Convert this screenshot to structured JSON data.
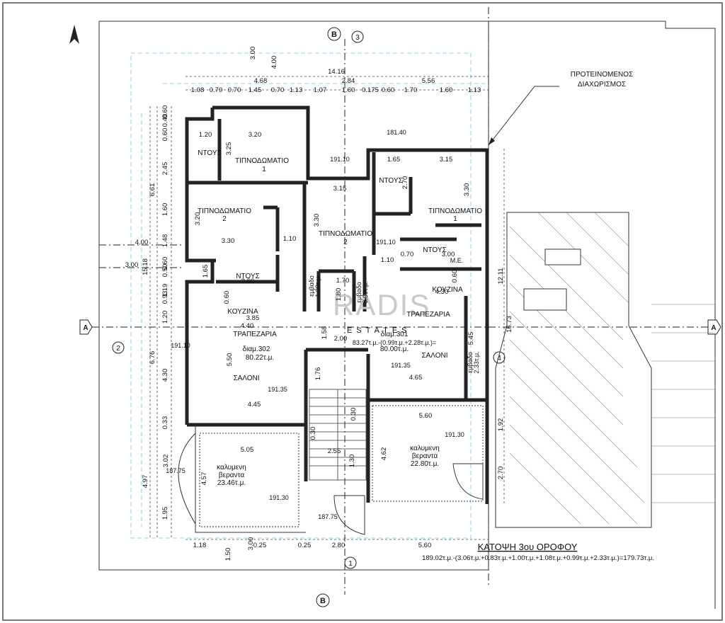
{
  "title": "ΚΑΤΟΨΗ 3ου ΟΡΟΦΟΥ",
  "area_formula": "189.02τ.μ.-(3.06τ.μ.+0.83τ.μ.+1.00τ.μ.+1.08τ.μ.+0.99τ.μ.+2.33τ.μ.)=179.73τ.μ.",
  "proposed_division": [
    "ΠΡΟΤΕΙΝΟΜΕΝΟΣ",
    "ΔΙΑΧΩΡΙΣΜΟΣ"
  ],
  "watermark": [
    "RADIS",
    "ESTATES"
  ],
  "axes": {
    "top_b": "B",
    "bottom_b": "B",
    "a_left": "A",
    "a_right": "A",
    "n1": "1",
    "n2": "2",
    "n3": "3",
    "n4": "4"
  },
  "rooms": {
    "bed1_left": "ΤΙΠΝΟΔΩΜΑΤΙΟ",
    "bed1_left_num": "1",
    "bed2_left": "ΤΙΠΝΟΔΩΜΑΤΙΟ",
    "bed2_left_num": "2",
    "bed2_mid": "ΤΙΠΝΟΔΩΜΑΤΙΟ",
    "bed2_mid_num": "2",
    "bed1_right": "ΤΙΠΝΟΔΩΜΑΤΙΟ",
    "bed1_right_num": "1",
    "wc_left_top": "ΝΤΟΥΣ",
    "wc_left_mid": "ΝΤΟΥΣ",
    "wc_right_top": "ΝΤΟΥΣ",
    "wc_right_mid": "ΝΤΟΥΣ",
    "kitchen_left": "ΚΟΥΖΙΝΑ",
    "kitchen_right": "ΚΟΥΖΙΝΑ",
    "dining_left": "ΤΡΑΠΕΖΑΡΙΑ",
    "dining_right": "ΤΡΑΠΕΖΑΡΙΑ",
    "living_left": "ΣΑΛΟΝΙ",
    "living_right": "ΣΑΛΟΝΙ",
    "apt_left": "διαμ.302",
    "apt_left_area": "80.22τ.μ.",
    "apt_right": "διαμ.301",
    "apt_right_area": "80.00τ.μ.",
    "apt_right_formula": "83.27τ.μ.-(0.99τ.μ.+2.28τ.μ.)=",
    "veranda_left": [
      "καλυμενη",
      "βεραντα",
      "23.46τ.μ."
    ],
    "veranda_right": [
      "καλυμενη",
      "βεραντα",
      "22.80τ.μ."
    ],
    "shaft_left": [
      "εμβαδο",
      "1.08τ.μ."
    ],
    "shaft_mid": [
      "εμβαδο",
      "0.99τ.μ."
    ],
    "shaft_right": [
      "εμβαδο",
      "2.33τ.μ."
    ],
    "me": "Μ.Ε."
  },
  "levels": [
    "191.10",
    "191.10",
    "191.10",
    "191.35",
    "191.35",
    "191.30",
    "191.30",
    "181.40",
    "187.75",
    "187.75"
  ],
  "dims_top": [
    "1.08",
    "0.70",
    "0.70",
    "1.45",
    "0.70",
    "1.13",
    "1.07",
    "1.60",
    "0.175",
    "0.60",
    "1.70",
    "1.60",
    "1.13"
  ],
  "dims_top2": [
    "4.68",
    "2.84",
    "5.56",
    "14.16"
  ],
  "dims_left": [
    "0.60",
    "0.40",
    "0.60",
    "2.45",
    "1.60",
    "1.48",
    "0.60",
    "0.50",
    "0.93",
    "1.20",
    "4.30",
    "0.33",
    "1.95"
  ],
  "dims_left_tot": [
    "6.61",
    "15.18",
    "6.76",
    "4.97",
    "1.19"
  ],
  "dims_axis": [
    "3.00",
    "4.00",
    "4.00",
    "3.00",
    "1.50",
    "3.00"
  ],
  "dims_bottom": [
    "1.18",
    "0.25",
    "0.25",
    "2.80",
    "5.60"
  ],
  "dims_right": [
    "12.11",
    "16.73",
    "1.92",
    "2.70"
  ],
  "dims_inner": [
    "1.20",
    "3.20",
    "3.25",
    "3.30",
    "3.20",
    "1.10",
    "1.65",
    "2.60",
    "3.85",
    "4.40",
    "5.50",
    "4.45",
    "5.05",
    "4.57",
    "3.15",
    "3.30",
    "1.65",
    "3.15",
    "0.70",
    "3.00",
    "4.30",
    "1.10",
    "3.30",
    "1.70",
    "1.80",
    "2.00",
    "1.58",
    "1.76",
    "0.30",
    "0.30",
    "2.55",
    "1.30",
    "4.65",
    "5.45",
    "5.60",
    "4.62",
    "2.70",
    "0.60",
    "0.60",
    "3.02"
  ]
}
